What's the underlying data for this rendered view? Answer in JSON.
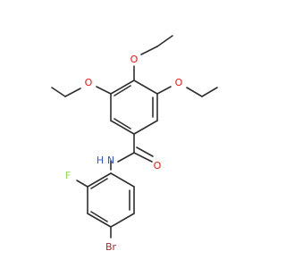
{
  "molecule": {
    "atoms": {
      "o_top": "O",
      "o_left": "O",
      "o_right": "O",
      "o_carbonyl": "O",
      "n_amide": "N",
      "h_amide": "H",
      "f": "F",
      "br": "Br"
    },
    "colors": {
      "bond": "#2f2f2f",
      "oxygen": "#ff0d0d",
      "nitrogen": "#3050f8",
      "fluorine": "#90e050",
      "bromine": "#a62929",
      "hydrogen": "#3050f8"
    }
  }
}
